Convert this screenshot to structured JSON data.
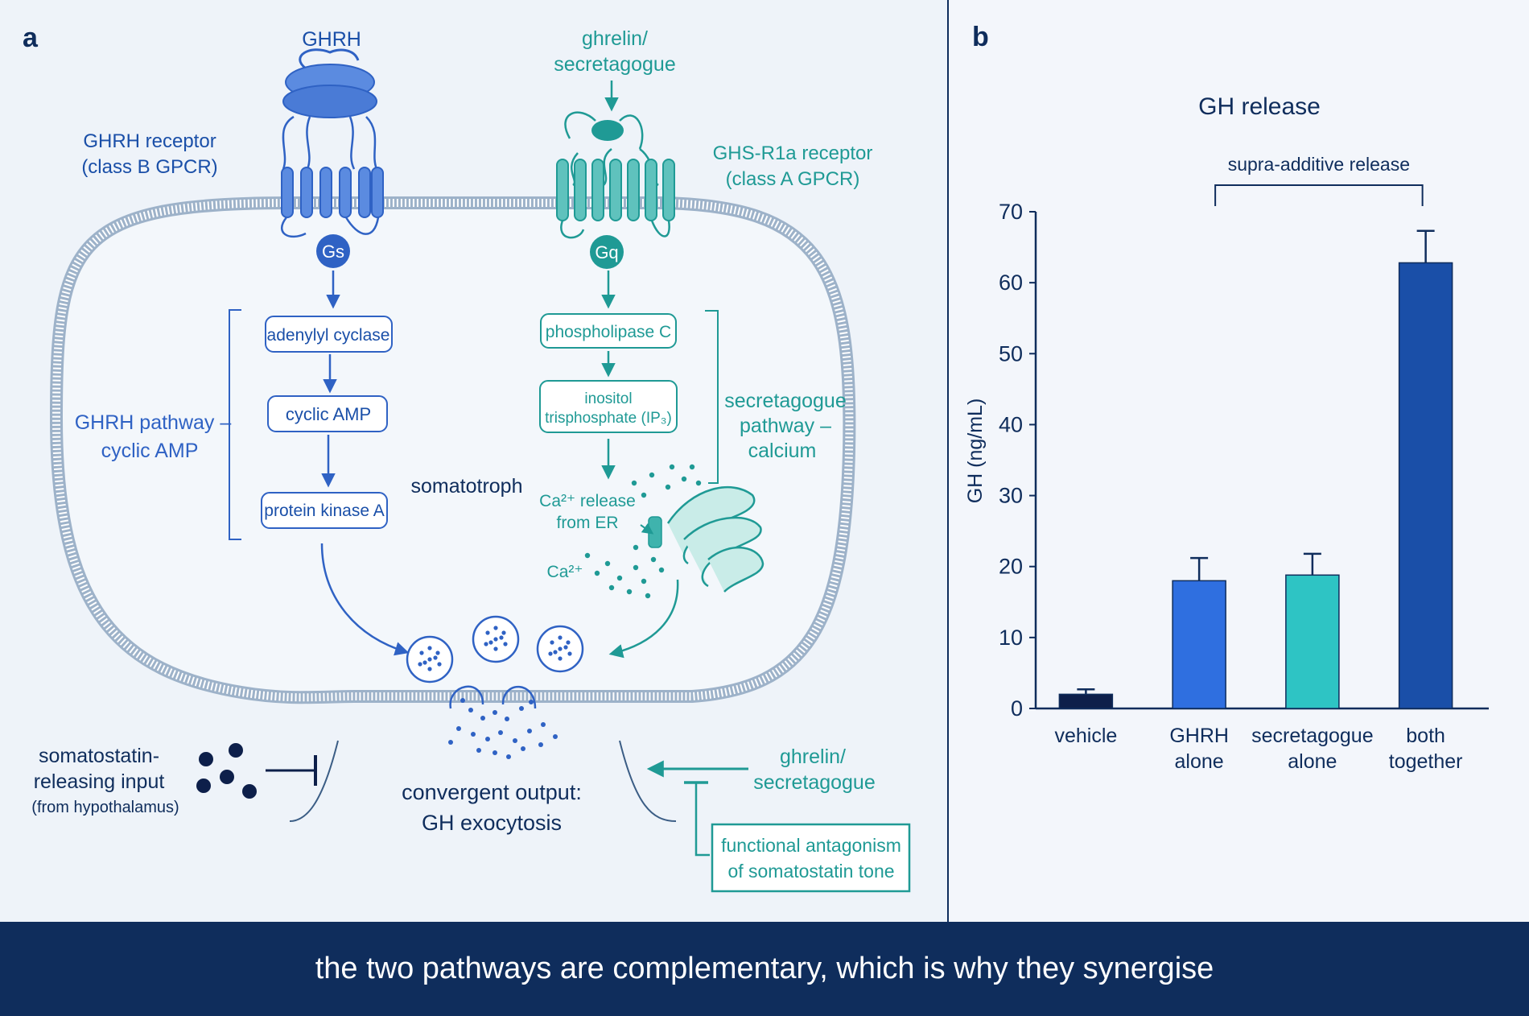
{
  "panel_a": {
    "label": "a",
    "ghrh_ligand": "GHRH",
    "ghrh_receptor": [
      "GHRH receptor",
      "(class B GPCR)"
    ],
    "gs": "Gs",
    "ghrelin_ligand": [
      "ghrelin/",
      "secretagogue"
    ],
    "ghs_receptor": [
      "GHS-R1a receptor",
      "(class A GPCR)"
    ],
    "gq": "Gq",
    "ghrh_steps": [
      "adenylyl cyclase",
      "cyclic AMP",
      "protein kinase A"
    ],
    "ghrh_pathway": [
      "GHRH pathway –",
      "cyclic AMP"
    ],
    "ghs_steps": [
      "phospholipase C",
      "inositol",
      "trisphosphate (IP₃)"
    ],
    "ghs_pathway": [
      "secretagogue",
      "pathway –",
      "calcium"
    ],
    "cell_name": "somatotroph",
    "ca_release": [
      "Ca²⁺ release",
      "from ER"
    ],
    "ca_ion": "Ca²⁺",
    "output": [
      "convergent output:",
      "GH exocytosis"
    ],
    "somatostatin": [
      "somatostatin-",
      "releasing input",
      "(from hypothalamus)"
    ],
    "ghrelin_bottom": [
      "ghrelin/",
      "secretagogue"
    ],
    "antagonism": [
      "functional antagonism",
      "of somatostatin tone"
    ],
    "colors": {
      "ghrh": "#2f62c4",
      "ghs": "#1f9a95",
      "navy": "#0f2d5c",
      "membrane": "#b9c9da"
    }
  },
  "panel_b": {
    "label": "b",
    "chart_data": {
      "type": "bar",
      "title": "GH release",
      "ylabel": "GH (ng/mL)",
      "xlabel": "",
      "categories": [
        [
          "vehicle"
        ],
        [
          "GHRH",
          "alone"
        ],
        [
          "secretagogue",
          "alone"
        ],
        [
          "both",
          "together"
        ]
      ],
      "values": [
        2,
        18,
        18.8,
        62.8
      ],
      "errors": [
        0.7,
        3.2,
        3.0,
        4.5
      ],
      "colors": [
        "#0d1f4a",
        "#2f6fe0",
        "#2ec4c4",
        "#1a4fa8"
      ],
      "ylim": [
        0,
        70
      ],
      "yticks": [
        0,
        10,
        20,
        30,
        40,
        50,
        60,
        70
      ],
      "annotation": "supra-additive release"
    }
  },
  "caption": "the two pathways are complementary, which is why they synergise"
}
